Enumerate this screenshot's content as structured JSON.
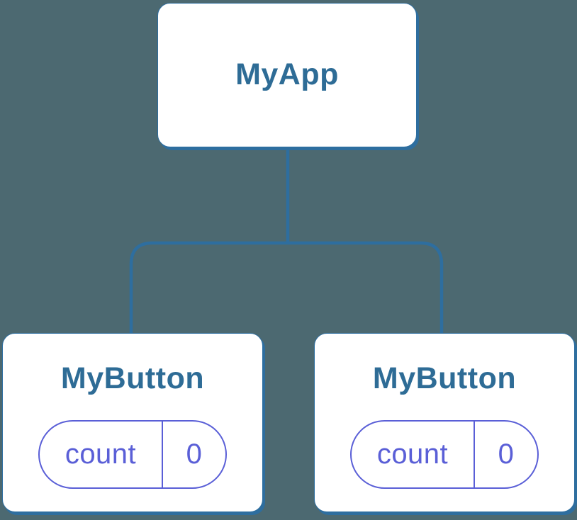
{
  "colors": {
    "bg": "#4c6971",
    "line": "#2e6e9f",
    "heading": "#2e6c96",
    "accent": "#5a5fd7",
    "card": "#ffffff"
  },
  "tree": {
    "root": {
      "label": "MyApp"
    },
    "children": [
      {
        "label": "MyButton",
        "state": {
          "name": "count",
          "value": "0"
        }
      },
      {
        "label": "MyButton",
        "state": {
          "name": "count",
          "value": "0"
        }
      }
    ]
  }
}
